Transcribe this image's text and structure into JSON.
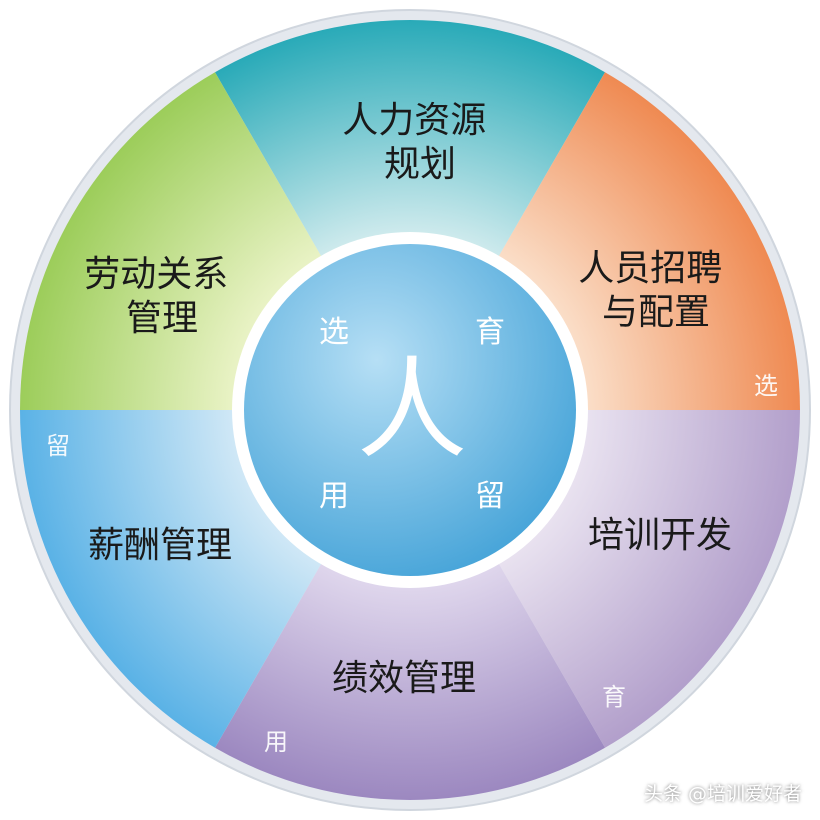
{
  "center": {
    "label": "人",
    "top_left": "选",
    "top_right": "育",
    "bottom_left": "用",
    "bottom_right": "留"
  },
  "segments": [
    {
      "id": "planning",
      "lines": [
        "人力资源",
        "规划"
      ],
      "color_inner": "#d8eef0",
      "color_outer": "#29aab8"
    },
    {
      "id": "recruitment",
      "lines": [
        "人员招聘",
        "与配置"
      ],
      "color_inner": "#fbe3cf",
      "color_outer": "#ef8a52"
    },
    {
      "id": "training",
      "lines": [
        "培训开发"
      ],
      "color_inner": "#ece6f2",
      "color_outer": "#b29fcb"
    },
    {
      "id": "performance",
      "lines": [
        "绩效管理"
      ],
      "color_inner": "#e3dbef",
      "color_outer": "#9c88c0"
    },
    {
      "id": "compensation",
      "lines": [
        "薪酬管理"
      ],
      "color_inner": "#d7ebf7",
      "color_outer": "#5ab2e6"
    },
    {
      "id": "labor",
      "lines": [
        "劳动关系",
        "管理"
      ],
      "color_inner": "#eef5cc",
      "color_outer": "#9ccd5a"
    }
  ],
  "corner_labels": {
    "xuan": "选",
    "yu": "育",
    "yong": "用",
    "liu": "留"
  },
  "watermark": "头条 @培训爱好者"
}
